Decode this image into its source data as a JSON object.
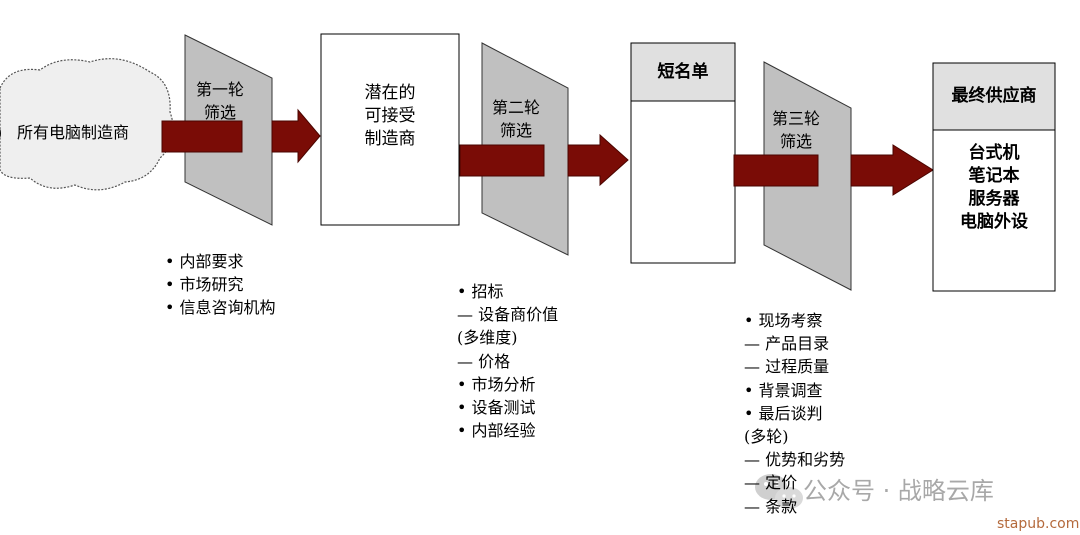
{
  "diagram": {
    "cloud_label": "所有电脑制造商",
    "round1_label": [
      "第一轮",
      "筛选"
    ],
    "potential_box": [
      "潜在的",
      "可接受",
      "制造商"
    ],
    "round2_label": [
      "第二轮",
      "筛选"
    ],
    "shortlist_title": "短名单",
    "round3_label": [
      "第三轮",
      "筛选"
    ],
    "final_title": "最终供应商",
    "final_items": [
      "台式机",
      "笔记本",
      "服务器",
      "电脑外设"
    ]
  },
  "criteria": {
    "round1": [
      "•  内部要求",
      "•  市场研究",
      "•  信息咨询机构"
    ],
    "round2": [
      "•  招标",
      "  —  设备商价值",
      "     (多维度)",
      "  —  价格",
      "•  市场分析",
      "•  设备测试",
      "•  内部经验"
    ],
    "round3": [
      "• 现场考察",
      "  —   产品目录",
      "  —   过程质量",
      "• 背景调查",
      "• 最后谈判",
      "(多轮)",
      "  —   优势和劣势",
      "  —   定价",
      "  —   条款"
    ]
  },
  "watermark": {
    "account": "公众号 · 战略云库",
    "site": "stapub.com"
  },
  "colors": {
    "arrow": "#7a0c06",
    "filter_gray": "#c0c0c0",
    "box_header": "#e0e0e0"
  }
}
